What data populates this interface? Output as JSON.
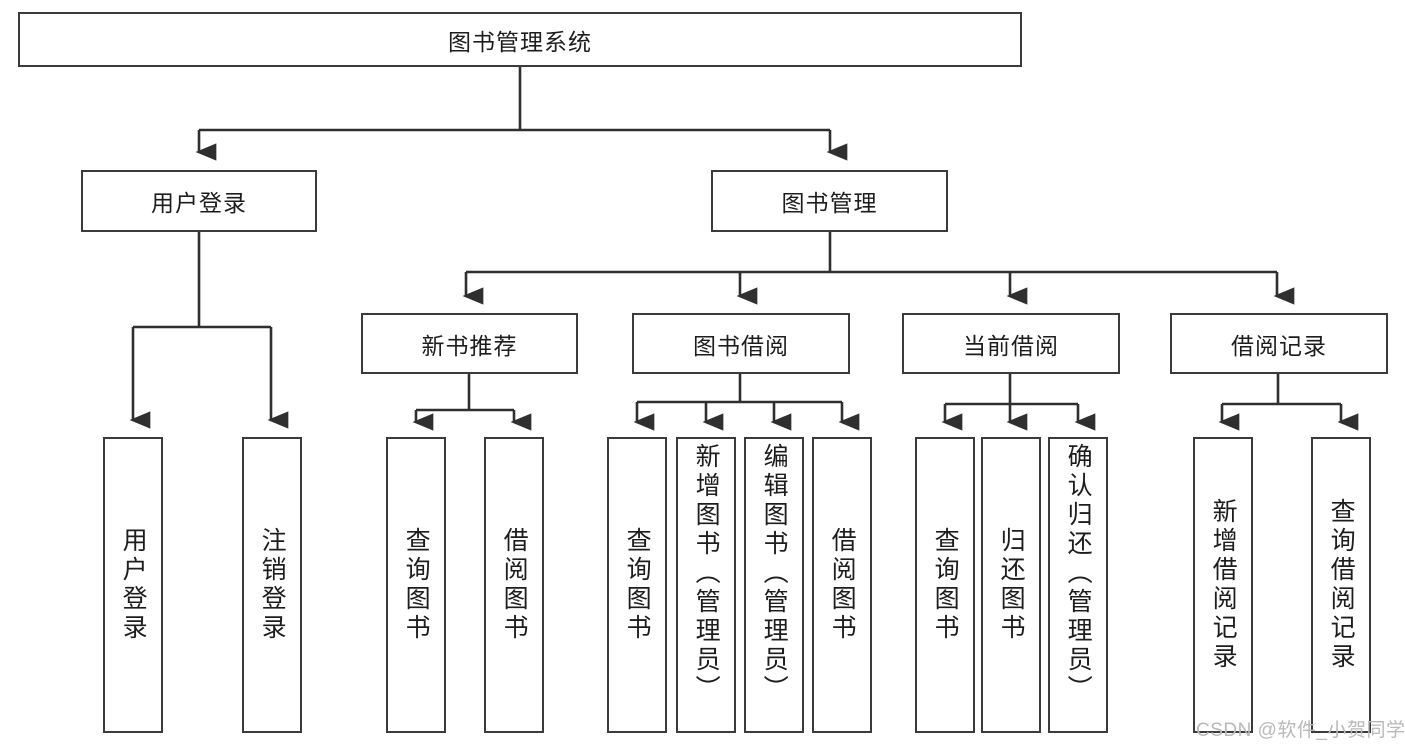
{
  "diagram": {
    "title": "图书管理系统",
    "type": "hierarchy-tree",
    "root": {
      "id": "root",
      "label": "图书管理系统",
      "orientation": "horizontal"
    },
    "level2": [
      {
        "id": "user-login",
        "label": "用户登录",
        "orientation": "horizontal"
      },
      {
        "id": "book-manage",
        "label": "图书管理",
        "orientation": "horizontal"
      }
    ],
    "level3": [
      {
        "id": "new-book-recommend",
        "label": "新书推荐",
        "orientation": "horizontal"
      },
      {
        "id": "book-borrow",
        "label": "图书借阅",
        "orientation": "horizontal"
      },
      {
        "id": "current-borrow",
        "label": "当前借阅",
        "orientation": "horizontal"
      },
      {
        "id": "borrow-record",
        "label": "借阅记录",
        "orientation": "horizontal"
      }
    ],
    "leaves": [
      {
        "id": "leaf-user-login",
        "label": "用户登录",
        "parent": "user-login",
        "orientation": "vertical",
        "anchor": "center"
      },
      {
        "id": "leaf-logout-login",
        "label": "注销登录",
        "parent": "user-login",
        "orientation": "vertical",
        "anchor": "center"
      },
      {
        "id": "leaf-query-book-1",
        "label": "查询图书",
        "parent": "new-book-recommend",
        "orientation": "vertical",
        "anchor": "center"
      },
      {
        "id": "leaf-borrow-book-1",
        "label": "借阅图书",
        "parent": "new-book-recommend",
        "orientation": "vertical",
        "anchor": "center"
      },
      {
        "id": "leaf-query-book-2",
        "label": "查询图书",
        "parent": "book-borrow",
        "orientation": "vertical",
        "anchor": "center"
      },
      {
        "id": "leaf-add-book-admin",
        "label": "新增图书（管理员）",
        "parent": "book-borrow",
        "orientation": "vertical",
        "anchor": "start"
      },
      {
        "id": "leaf-edit-book-admin",
        "label": "编辑图书（管理员）",
        "parent": "book-borrow",
        "orientation": "vertical",
        "anchor": "start"
      },
      {
        "id": "leaf-borrow-book-2",
        "label": "借阅图书",
        "parent": "book-borrow",
        "orientation": "vertical",
        "anchor": "center"
      },
      {
        "id": "leaf-query-book-3",
        "label": "查询图书",
        "parent": "current-borrow",
        "orientation": "vertical",
        "anchor": "center"
      },
      {
        "id": "leaf-return-book",
        "label": "归还图书",
        "parent": "current-borrow",
        "orientation": "vertical",
        "anchor": "center"
      },
      {
        "id": "leaf-confirm-return-admin",
        "label": "确认归还（管理员）",
        "parent": "current-borrow",
        "orientation": "vertical",
        "anchor": "start"
      },
      {
        "id": "leaf-add-borrow-record",
        "label": "新增借阅记录",
        "parent": "borrow-record",
        "orientation": "vertical",
        "anchor": "center"
      },
      {
        "id": "leaf-query-borrow-record",
        "label": "查询借阅记录",
        "parent": "borrow-record",
        "orientation": "vertical",
        "anchor": "center"
      }
    ]
  },
  "watermark": {
    "text": "CSDN @软件_小贺同学"
  },
  "colors": {
    "box_border": "#3b3b3b",
    "box_fill": "#ffffff",
    "connector": "#2f2f2f",
    "text": "#1d1d1d",
    "watermark": "#b9b9b9",
    "background": "#ffffff"
  }
}
